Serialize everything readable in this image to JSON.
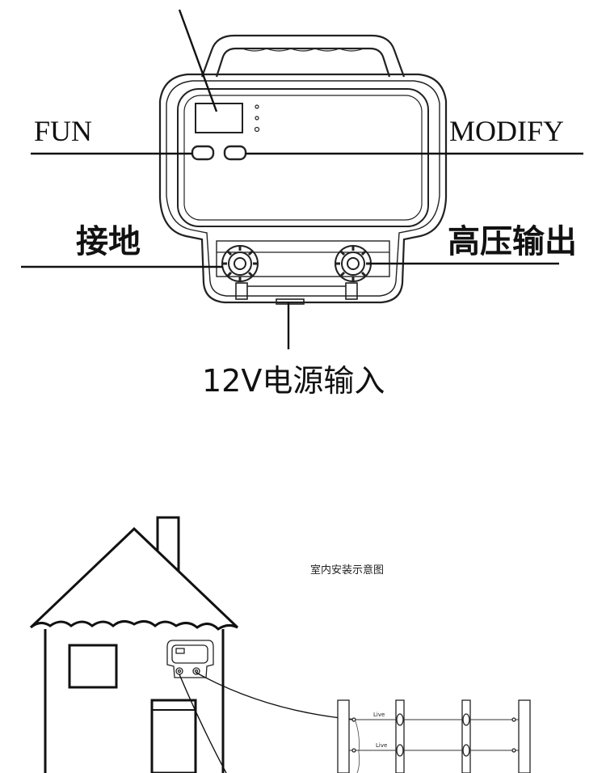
{
  "device_labels": {
    "fun": "FUN",
    "modify": "MODIFY",
    "ground": "接地",
    "hv_output": "高压输出",
    "power_input": "12V电源输入"
  },
  "install_diagram": {
    "title": "室内安装示意图",
    "wire_label_1": "Live",
    "wire_label_2": "Live"
  }
}
